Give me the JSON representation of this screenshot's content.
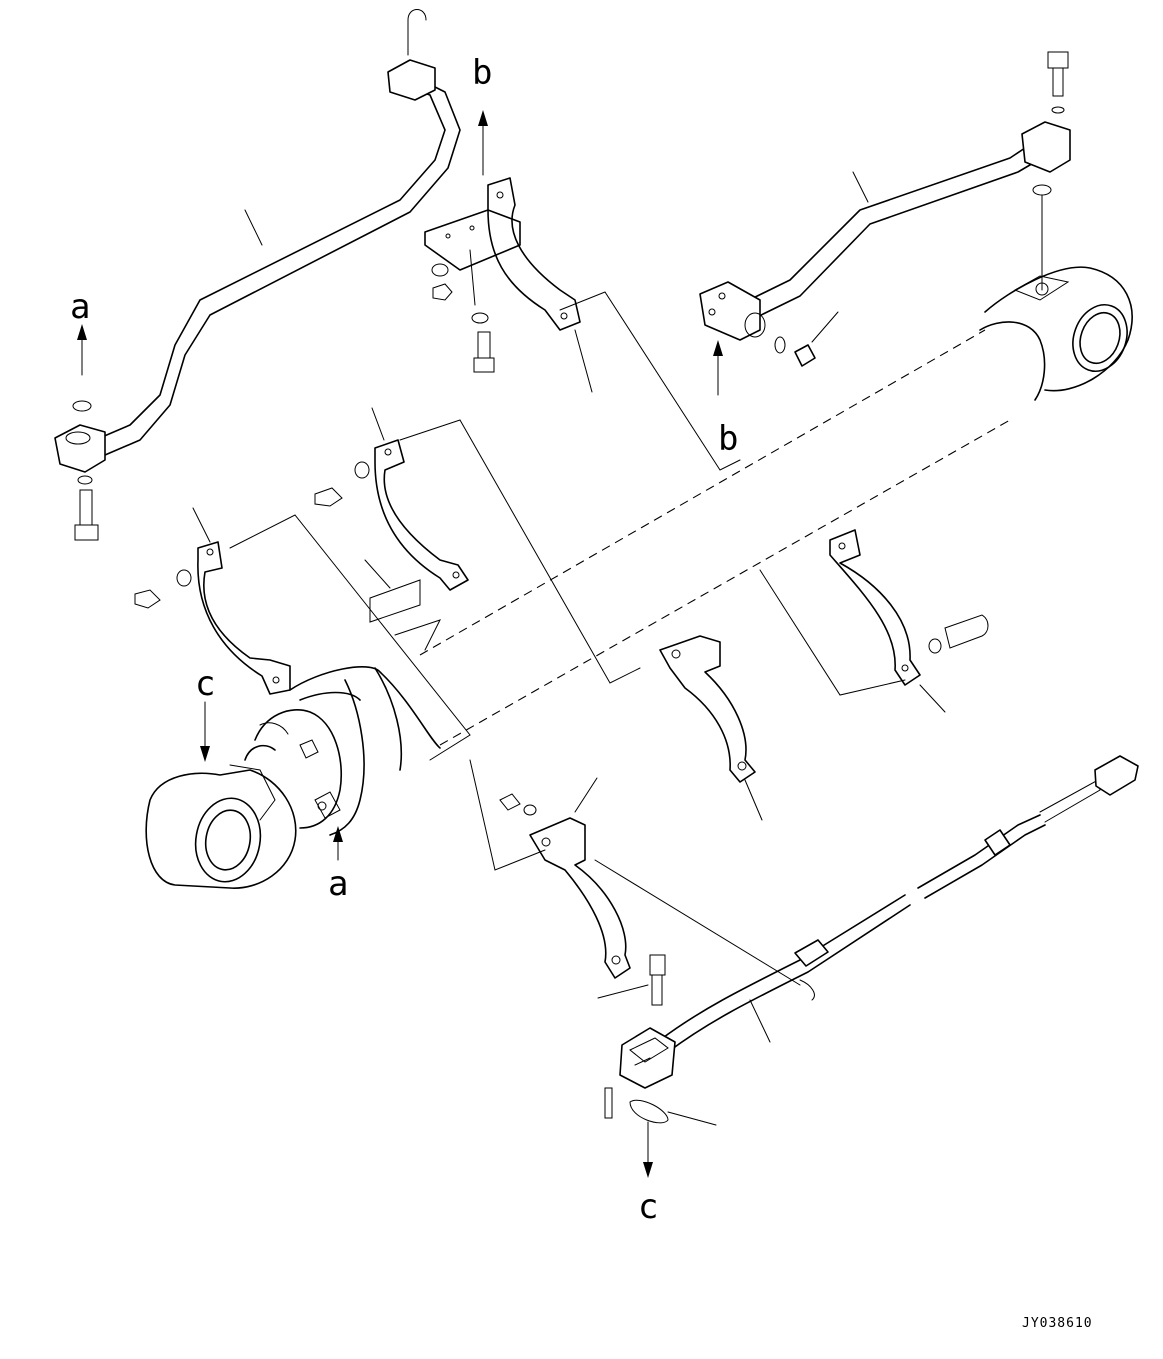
{
  "diagram": {
    "labels": {
      "a_top": "a",
      "a_bottom": "a",
      "b_top": "b",
      "b_right": "b",
      "c_left": "c",
      "c_bottom": "c"
    },
    "drawing_code": "JY038610"
  }
}
